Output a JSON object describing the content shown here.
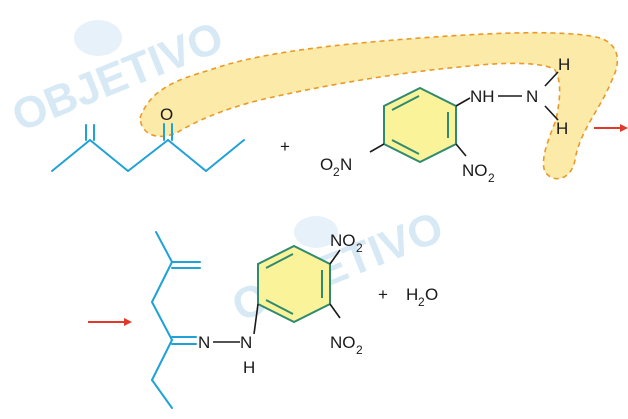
{
  "watermark": "OBJETIVO",
  "reactant_ketone": {
    "oxygen": "O"
  },
  "plus_1": "+",
  "reactant_dnph": {
    "nh": "NH",
    "n": "N",
    "h_top": "H",
    "h_bottom": "H",
    "no2_left": {
      "o": "O",
      "sub": "2",
      "n": "N"
    },
    "no2_right": {
      "n": "NO",
      "sub": "2"
    }
  },
  "product": {
    "n_imine": "N",
    "n_amine": "N",
    "h": "H",
    "no2_top": {
      "n": "NO",
      "sub": "2"
    },
    "no2_bottom": {
      "n": "NO",
      "sub": "2"
    }
  },
  "plus_2": "+",
  "water": {
    "h": "H",
    "sub": "2",
    "o": "O"
  },
  "colors": {
    "bond": "#1fa2d6",
    "ring_fill": "#fbf39a",
    "ring_stroke": "#2f8a6e",
    "highlight_fill": "#fbeaa8",
    "highlight_stroke": "#e99a2a",
    "arrow": "#e23a2a"
  }
}
